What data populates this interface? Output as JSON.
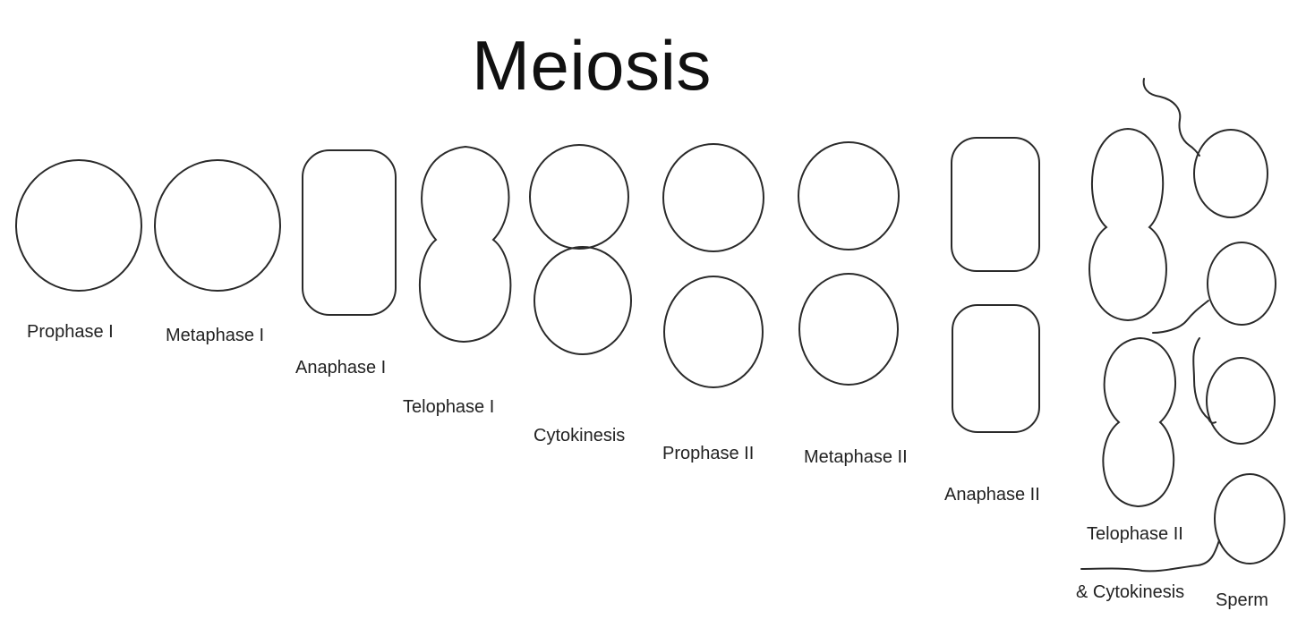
{
  "title": "Meiosis",
  "stages": [
    {
      "id": "prophase-1",
      "label": "Prophase I"
    },
    {
      "id": "metaphase-1",
      "label": "Metaphase I"
    },
    {
      "id": "anaphase-1",
      "label": "Anaphase I"
    },
    {
      "id": "telophase-1",
      "label": "Telophase I"
    },
    {
      "id": "cytokinesis",
      "label": "Cytokinesis"
    },
    {
      "id": "prophase-2",
      "label": "Prophase II"
    },
    {
      "id": "metaphase-2",
      "label": "Metaphase II"
    },
    {
      "id": "anaphase-2",
      "label": "Anaphase II"
    },
    {
      "id": "telophase-2",
      "label": "Telophase II",
      "label_line2": "& Cytokinesis"
    },
    {
      "id": "sperm",
      "label": "Sperm"
    }
  ],
  "colors": {
    "stroke": "#2a2a2a",
    "text": "#222222",
    "background": "#ffffff"
  }
}
